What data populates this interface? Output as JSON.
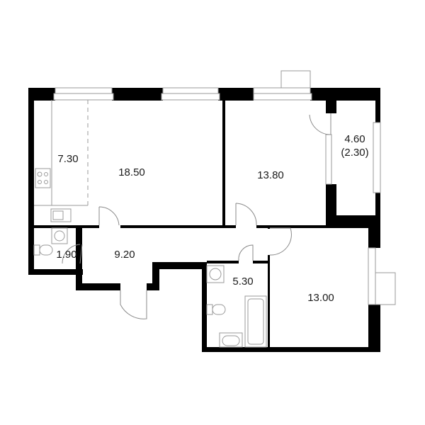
{
  "rooms": {
    "kitchen": {
      "area": "7.30"
    },
    "living": {
      "area": "18.50"
    },
    "bedroom1": {
      "area": "13.80"
    },
    "balcony": {
      "area": "4.60",
      "reduced_area": "(2.30)"
    },
    "wc": {
      "area": "1.90"
    },
    "hallway": {
      "area": "9.20"
    },
    "bathroom": {
      "area": "5.30"
    },
    "bedroom2": {
      "area": "13.00"
    }
  },
  "colors": {
    "wall": "#000000",
    "fixture": "#9a9a9a",
    "background": "#ffffff"
  }
}
